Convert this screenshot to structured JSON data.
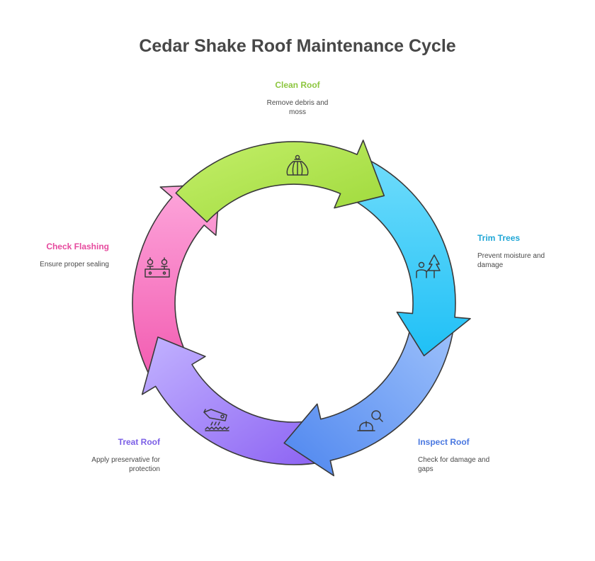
{
  "title": "Cedar Shake Roof Maintenance Cycle",
  "steps": [
    {
      "title": "Clean Roof",
      "desc": "Remove debris and moss",
      "color": "#8dc63f",
      "icon": "brush-icon"
    },
    {
      "title": "Trim Trees",
      "desc": "Prevent moisture and damage",
      "color": "#1fa6d6",
      "icon": "person-tree-icon"
    },
    {
      "title": "Inspect Roof",
      "desc": "Check for damage and gaps",
      "color": "#4a78e0",
      "icon": "hardhat-magnifier-icon"
    },
    {
      "title": "Treat Roof",
      "desc": "Apply preservative for protection",
      "color": "#7b5fe6",
      "icon": "sprayer-icon"
    },
    {
      "title": "Check Flashing",
      "desc": "Ensure proper sealing",
      "color": "#e64a9e",
      "icon": "flashing-valves-icon"
    }
  ]
}
